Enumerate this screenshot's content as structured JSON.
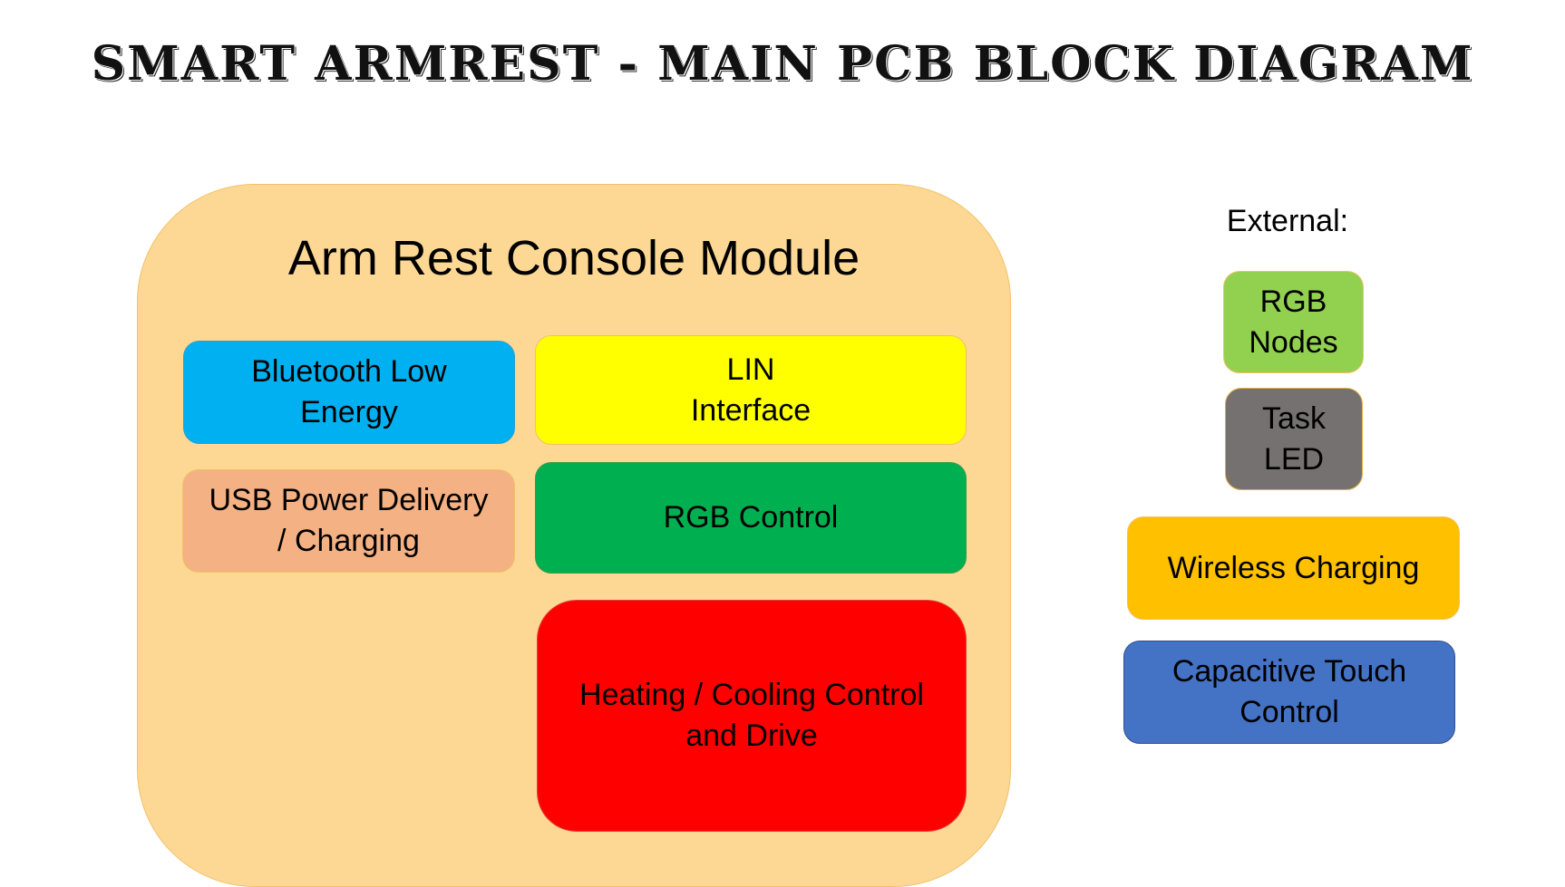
{
  "title": "SMART ARMREST - MAIN PCB BLOCK DIAGRAM",
  "module": {
    "label": "Arm Rest Console Module",
    "blocks": [
      {
        "id": "ble",
        "lines": [
          "Bluetooth Low",
          "Energy"
        ],
        "color": "#00b0f0"
      },
      {
        "id": "lin",
        "lines": [
          "LIN",
          "Interface"
        ],
        "color": "#ffff00"
      },
      {
        "id": "usb",
        "lines": [
          "USB Power Delivery",
          "/ Charging"
        ],
        "color": "#f4b183"
      },
      {
        "id": "rgb-control",
        "lines": [
          "RGB Control"
        ],
        "color": "#00b050"
      },
      {
        "id": "heating",
        "lines": [
          "Heating / Cooling Control",
          "and Drive"
        ],
        "color": "#ff0000"
      }
    ]
  },
  "external": {
    "label": "External:",
    "blocks": [
      {
        "id": "rgb-nodes",
        "lines": [
          "RGB",
          "Nodes"
        ],
        "color": "#92d050"
      },
      {
        "id": "task-led",
        "lines": [
          "Task",
          "LED"
        ],
        "color": "#767171"
      },
      {
        "id": "wireless",
        "lines": [
          "Wireless Charging"
        ],
        "color": "#ffc000"
      },
      {
        "id": "touch",
        "lines": [
          "Capacitive Touch",
          "Control"
        ],
        "color": "#4472c4"
      }
    ]
  }
}
